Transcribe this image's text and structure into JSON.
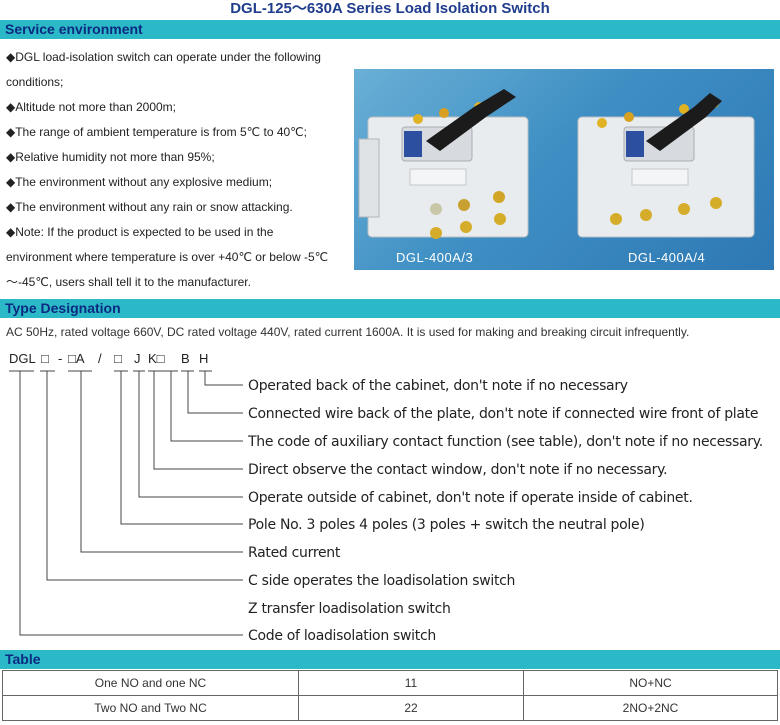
{
  "title": "DGL-125～630A Series Load Isolation Switch",
  "sections": {
    "service": "Service environment",
    "type": "Type Designation",
    "table": "Table"
  },
  "environment": [
    "◆DGL load-isolation switch can operate under the following",
    "conditions;",
    "◆Altitude not more than 2000m;",
    "◆The range of ambient temperature is from 5℃ to 40℃;",
    "◆Relative humidity not more than 95%;",
    "◆The environment without any explosive medium;",
    "◆The environment without any rain or snow attacking.",
    "◆Note: If the product is expected to be used in the",
    "environment where temperature is over +40℃ or below -5℃",
    "～-45℃, users shall tell it to the manufacturer."
  ],
  "photo": {
    "label_left": "DGL-400A/3",
    "label_right": "DGL-400A/4"
  },
  "type_designation": {
    "intro": "AC 50Hz, rated voltage 660V, DC rated voltage 440V, rated current 1600A. It is used for making and breaking circuit infrequently.",
    "code": {
      "p0": "DGL",
      "p1": "□",
      "p2": "-",
      "p3": "□A",
      "p4": "/",
      "p5": "□",
      "p6": "J",
      "p7": "K□",
      "p8": "B",
      "p9": "H"
    },
    "descriptions": [
      "Operated back of the cabinet, don't note if no necessary",
      "Connected wire back of the plate, don't note if connected wire front of plate",
      "The code of auxiliary contact function (see table), don't note if no necessary.",
      "Direct observe the contact window, don't note if  no necessary.",
      "Operate outside of cabinet, don't note if operate inside of cabinet.",
      "Pole No.  3 poles     4 poles (3 poles + switch the neutral pole)",
      "Rated current",
      "C side operates the loadisolation switch",
      "Z transfer loadisolation switch",
      "Code of loadisolation switch"
    ]
  },
  "table": {
    "rows": [
      [
        "One NO and one NC",
        "11",
        "NO+NC"
      ],
      [
        "Two NO and Two NC",
        "22",
        "2NO+2NC"
      ]
    ]
  }
}
